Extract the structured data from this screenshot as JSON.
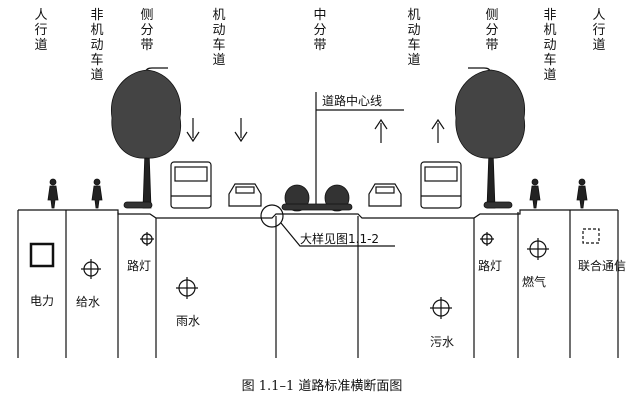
{
  "zones": {
    "left_sidewalk": "人行道",
    "left_bike_lane": "非机动车道",
    "left_separator": "侧分带",
    "left_motor_lane": "机动车道",
    "central_divider": "中分带",
    "right_motor_lane": "机动车道",
    "right_separator": "侧分带",
    "right_bike_lane": "非机动车道",
    "right_sidewalk": "人行道"
  },
  "annotations": {
    "centerline": "道路中心线",
    "detail_ref": "大样见图1.1-2"
  },
  "utilities": {
    "power": "电力",
    "water_supply": "给水",
    "streetlight_left": "路灯",
    "storm_water": "雨水",
    "sewage": "污水",
    "streetlight_right": "路灯",
    "gas": "燃气",
    "telecom": "联合通信"
  },
  "caption": "图 1.1–1    道路标准横断面图"
}
